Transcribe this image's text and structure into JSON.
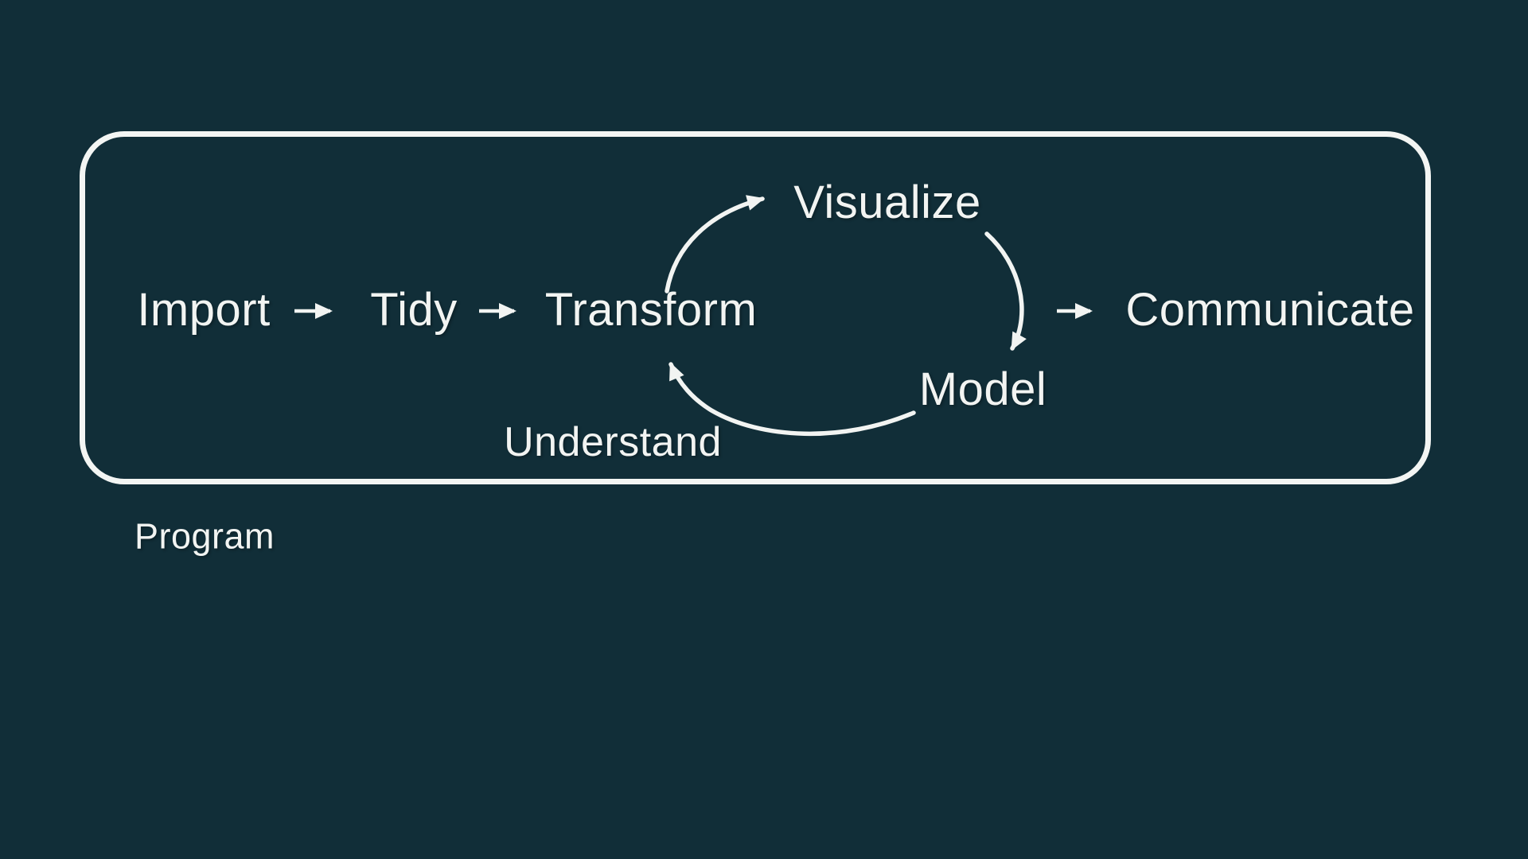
{
  "diagram": {
    "background_color": "#112e38",
    "stroke_color": "#f2f4f2",
    "nodes": [
      {
        "id": "import",
        "label": "Import"
      },
      {
        "id": "tidy",
        "label": "Tidy"
      },
      {
        "id": "transform",
        "label": "Transform"
      },
      {
        "id": "visualize",
        "label": "Visualize"
      },
      {
        "id": "model",
        "label": "Model"
      },
      {
        "id": "communicate",
        "label": "Communicate"
      }
    ],
    "edges": [
      {
        "from": "import",
        "to": "tidy",
        "style": "straight-arrow"
      },
      {
        "from": "tidy",
        "to": "transform",
        "style": "straight-arrow"
      },
      {
        "from": "transform",
        "to": "visualize",
        "style": "curved-arrow"
      },
      {
        "from": "visualize",
        "to": "model",
        "style": "curved-arrow"
      },
      {
        "from": "model",
        "to": "transform",
        "style": "curved-arrow"
      },
      {
        "from": "model",
        "to": "communicate",
        "style": "straight-arrow"
      }
    ],
    "group_labels": [
      {
        "id": "understand",
        "label": "Understand"
      },
      {
        "id": "program",
        "label": "Program"
      }
    ]
  }
}
